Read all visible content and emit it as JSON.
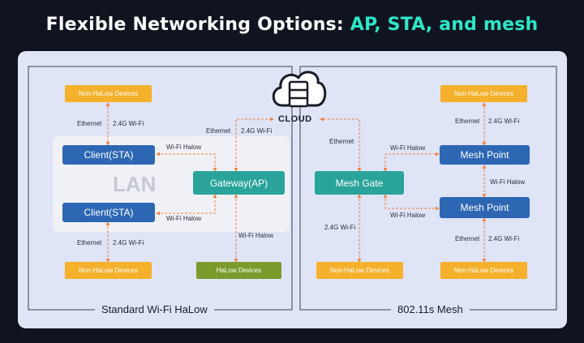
{
  "title": {
    "main": "Flexible Networking Options: ",
    "accent": "AP, STA, and mesh"
  },
  "cloud": {
    "label": "CLOUD"
  },
  "sections": {
    "left": "Standard Wi-Fi HaLow",
    "right": "802.11s Mesh"
  },
  "left": {
    "lan": "LAN",
    "top_device": "Non-HaLow Devices",
    "bottom_device": "Non-HaLow Devices",
    "halow_device": "HaLow Devices",
    "client_top": "Client(STA)",
    "client_bottom": "Client(STA)",
    "gateway": "Gateway(AP)",
    "ethernet_top": "Ethernet",
    "wifi24_top": "2.4G Wi-Fi",
    "ethernet_bottom": "Ethernet",
    "wifi24_bottom": "2.4G Wi-Fi",
    "halow_top": "Wi-Fi Halow",
    "halow_bottom": "Wi-Fi Halow",
    "halow_gateway_down": "Wi-Fi Halow",
    "ethernet_cloud": "Ethernet",
    "wifi24_cloud": "2.4G Wi-Fi"
  },
  "right": {
    "top_device": "Non-HaLow Devices",
    "bottom_left_device": "Non-HaLow Devices",
    "bottom_right_device": "Non-HaLow Devices",
    "mesh_gate": "Mesh Gate",
    "mesh_point_top": "Mesh Point",
    "mesh_point_bottom": "Mesh Point",
    "ethernet_cloud": "Ethernet",
    "ethernet_top": "Ethernet",
    "wifi24_top": "2.4G Wi-Fi",
    "halow_top": "Wi-Fi Halow",
    "halow_mid": "Wi-Fi Halow",
    "halow_bottom": "Wi-Fi Halow",
    "wifi24_gate": "2.4G Wi-Fi",
    "ethernet_bottom": "Ethernet",
    "wifi24_bottom": "2.4G Wi-Fi"
  },
  "colors": {
    "accent": "#2ee6c8",
    "orange": "#f5b12c",
    "blue": "#2d67b3",
    "teal": "#2aa39b",
    "green": "#7b9b2d",
    "arrow": "#f0823c"
  },
  "icons": {
    "cloud": "cloud-server-icon"
  }
}
